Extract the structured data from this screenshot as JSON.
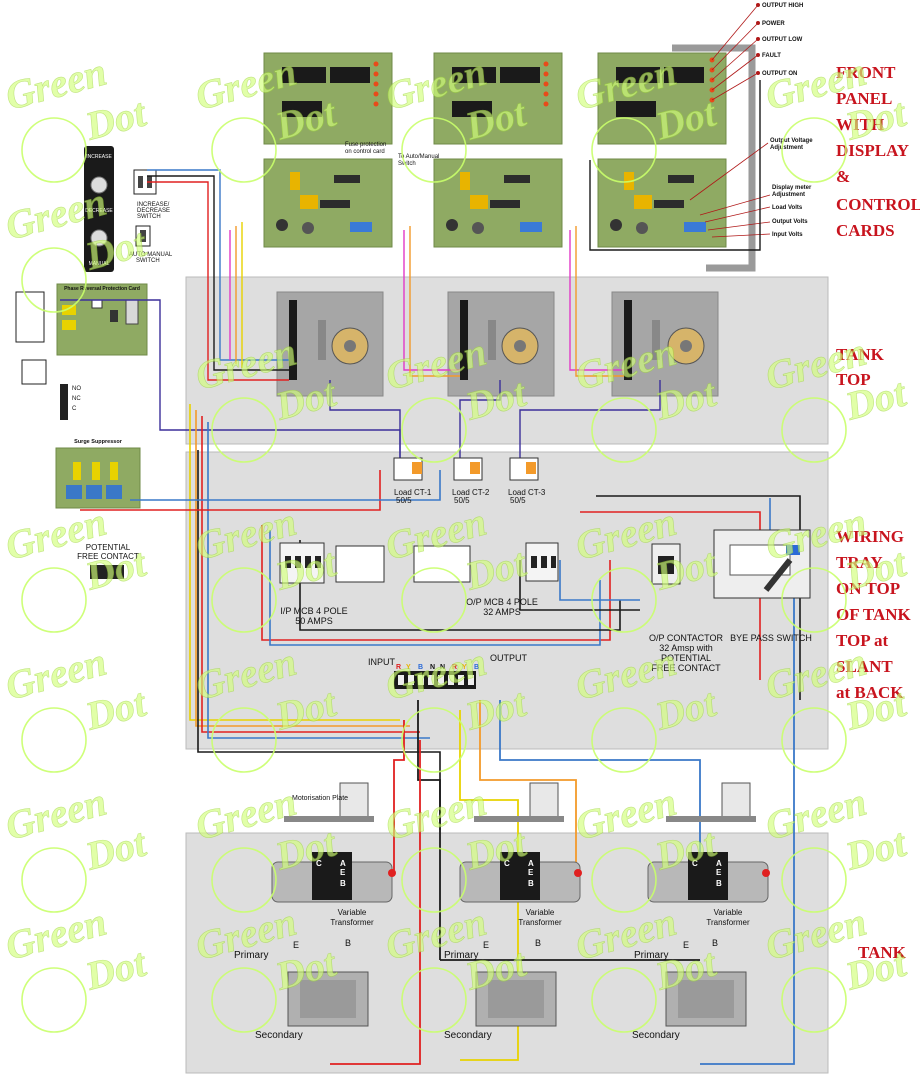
{
  "section_labels": {
    "front_panel": [
      "FRONT",
      "PANEL",
      "WITH",
      "DISPLAY",
      "&",
      "CONTROL",
      "CARDS"
    ],
    "tank_top": [
      "TANK",
      "TOP"
    ],
    "wiring_tray": [
      "WIRING",
      "TRAY",
      "ON TOP",
      "OF TANK",
      "TOP at",
      "SLANT",
      "at BACK"
    ],
    "tank": [
      "TANK"
    ]
  },
  "indicators": {
    "output_high": "OUTPUT HIGH",
    "power": "POWER",
    "output_low": "OUTPUT LOW",
    "fault": "FAULT",
    "output_on": "OUTPUT ON"
  },
  "control_notes": {
    "output_voltage_adj": [
      "Output Voltage",
      "Adjustment"
    ],
    "display_meter_adj": [
      "Display meter",
      "Adjustment"
    ],
    "load_volts": "Load Volts",
    "output_volts": "Output Volts",
    "input_volts": "Input Volts",
    "fuse_protection": [
      "Fuse protection",
      "on control card"
    ],
    "auto_manual_switch_note": [
      "To Auto/Manual",
      "Switch"
    ]
  },
  "left_controls": {
    "increase": "INCREASE",
    "decrease": "DECREASE",
    "manual": "MANUAL",
    "inc_dec_switch": [
      "INCREASE/",
      "DECREASE",
      "SWITCH"
    ],
    "auto_manual_switch": [
      "AUTO MANUAL",
      "SWITCH"
    ],
    "phase_reversal_card": "Phase Reversal Protection Card",
    "surge_suppressor": "Surge Suppressor",
    "potential_free_contact": [
      "POTENTIAL",
      "FREE CONTACT"
    ],
    "no": "NO",
    "nc": "NC",
    "c": "C"
  },
  "wiring_tray": {
    "cts": [
      {
        "name": "Load CT-1",
        "rating": "50/5"
      },
      {
        "name": "Load CT-2",
        "rating": "50/5"
      },
      {
        "name": "Load CT-3",
        "rating": "50/5"
      }
    ],
    "ip_mcb": [
      "I/P MCB 4 POLE",
      "50 AMPS"
    ],
    "op_mcb": [
      "O/P MCB 4 POLE",
      "32 AMPS"
    ],
    "op_contactor": [
      "O/P CONTACTOR",
      "32 Amsp with",
      "POTENTIAL",
      "FREE CONTACT"
    ],
    "bypass_switch": "BYE PASS SWITCH",
    "input": "INPUT",
    "output": "OUTPUT",
    "terminal_letters": [
      "R",
      "Y",
      "B",
      "N",
      "N",
      "R",
      "Y",
      "B"
    ]
  },
  "tank": {
    "motorisation_plate": "Motorisation Plate",
    "variable_transformer": [
      "Variable",
      "Transformer"
    ],
    "primary": "Primary",
    "secondary": "Secondary",
    "tap_e": "E",
    "tap_b": "B",
    "var_letters": [
      "C",
      "A",
      "E",
      "B"
    ]
  },
  "watermark": [
    "Green",
    "Dot"
  ],
  "colors": {
    "label_red": "#c8141e",
    "panel_gray": "#dedede",
    "pcb_green": "#8faa63",
    "wire_red": "#e02020",
    "wire_yellow": "#f3c400",
    "wire_blue": "#1f7fe0",
    "wire_black": "#111111",
    "wire_orange": "#f39a2a",
    "wire_purple": "#3b2f9a",
    "wire_magenta": "#e03ac8",
    "watermark_green": "#c9ff6a"
  }
}
